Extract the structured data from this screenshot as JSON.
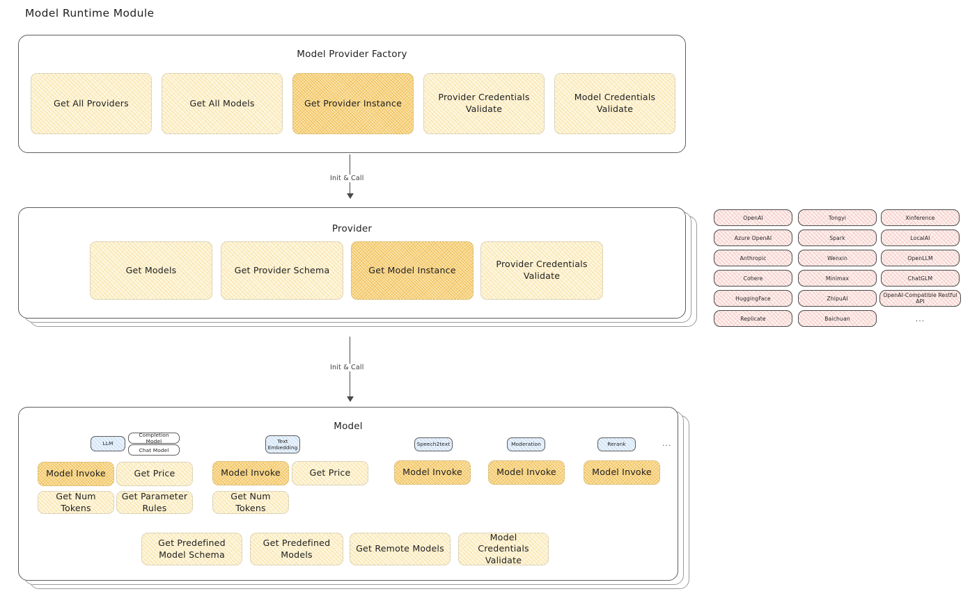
{
  "page": {
    "title": "Model Runtime Module"
  },
  "factory": {
    "title": "Model Provider Factory",
    "boxes": [
      {
        "label": "Get All Providers",
        "highlight": false
      },
      {
        "label": "Get All Models",
        "highlight": false
      },
      {
        "label": "Get Provider Instance",
        "highlight": true
      },
      {
        "label": "Provider Credentials Validate",
        "highlight": false
      },
      {
        "label": "Model Credentials Validate",
        "highlight": false
      }
    ]
  },
  "arrows": [
    {
      "label": "Init & Call"
    },
    {
      "label": "Init & Call"
    }
  ],
  "provider": {
    "title": "Provider",
    "boxes": [
      {
        "label": "Get Models",
        "highlight": false
      },
      {
        "label": "Get Provider Schema",
        "highlight": false
      },
      {
        "label": "Get Model Instance",
        "highlight": true
      },
      {
        "label": "Provider Credentials Validate",
        "highlight": false
      }
    ]
  },
  "provider_list": {
    "columns": [
      {
        "items": [
          "OpenAI",
          "Azure OpenAI",
          "Anthropic",
          "Cohere",
          "HuggingFace",
          "Replicate"
        ]
      },
      {
        "items": [
          "Tongyi",
          "Spark",
          "Wenxin",
          "Minimax",
          "ZhipuAI",
          "Baichuan"
        ]
      },
      {
        "items": [
          "Xinference",
          "LocalAI",
          "OpenLLM",
          "ChatGLM",
          "OpenAI-Compatible Restful API"
        ]
      }
    ],
    "more": "..."
  },
  "model": {
    "title": "Model",
    "more": "...",
    "types": [
      {
        "name": "LLM",
        "tags": [
          "Completion Model",
          "Chat Model"
        ],
        "methods": [
          {
            "label": "Model Invoke",
            "highlight": true
          },
          {
            "label": "Get Price",
            "highlight": false
          },
          {
            "label": "Get Num Tokens",
            "highlight": false
          },
          {
            "label": "Get Parameter Rules",
            "highlight": false
          }
        ]
      },
      {
        "name": "Text Embedding",
        "tags": [],
        "methods": [
          {
            "label": "Model Invoke",
            "highlight": true
          },
          {
            "label": "Get Price",
            "highlight": false
          },
          {
            "label": "Get Num Tokens",
            "highlight": false
          }
        ]
      },
      {
        "name": "Speech2text",
        "tags": [],
        "methods": [
          {
            "label": "Model Invoke",
            "highlight": true
          }
        ]
      },
      {
        "name": "Moderation",
        "tags": [],
        "methods": [
          {
            "label": "Model Invoke",
            "highlight": true
          }
        ]
      },
      {
        "name": "Rerank",
        "tags": [],
        "methods": [
          {
            "label": "Model Invoke",
            "highlight": true
          }
        ]
      }
    ],
    "common_methods": [
      {
        "label": "Get Predefined Model Schema"
      },
      {
        "label": "Get Predefined Models"
      },
      {
        "label": "Get Remote Models"
      },
      {
        "label": "Model Credentials Validate"
      }
    ]
  },
  "colors": {
    "amber_fill": "#fdf6e0",
    "amber_highlight": "#fbe7b4",
    "pink_fill": "#fdf0ee",
    "blue_fill": "#e9f2fb",
    "stroke": "#5c5c5c"
  }
}
